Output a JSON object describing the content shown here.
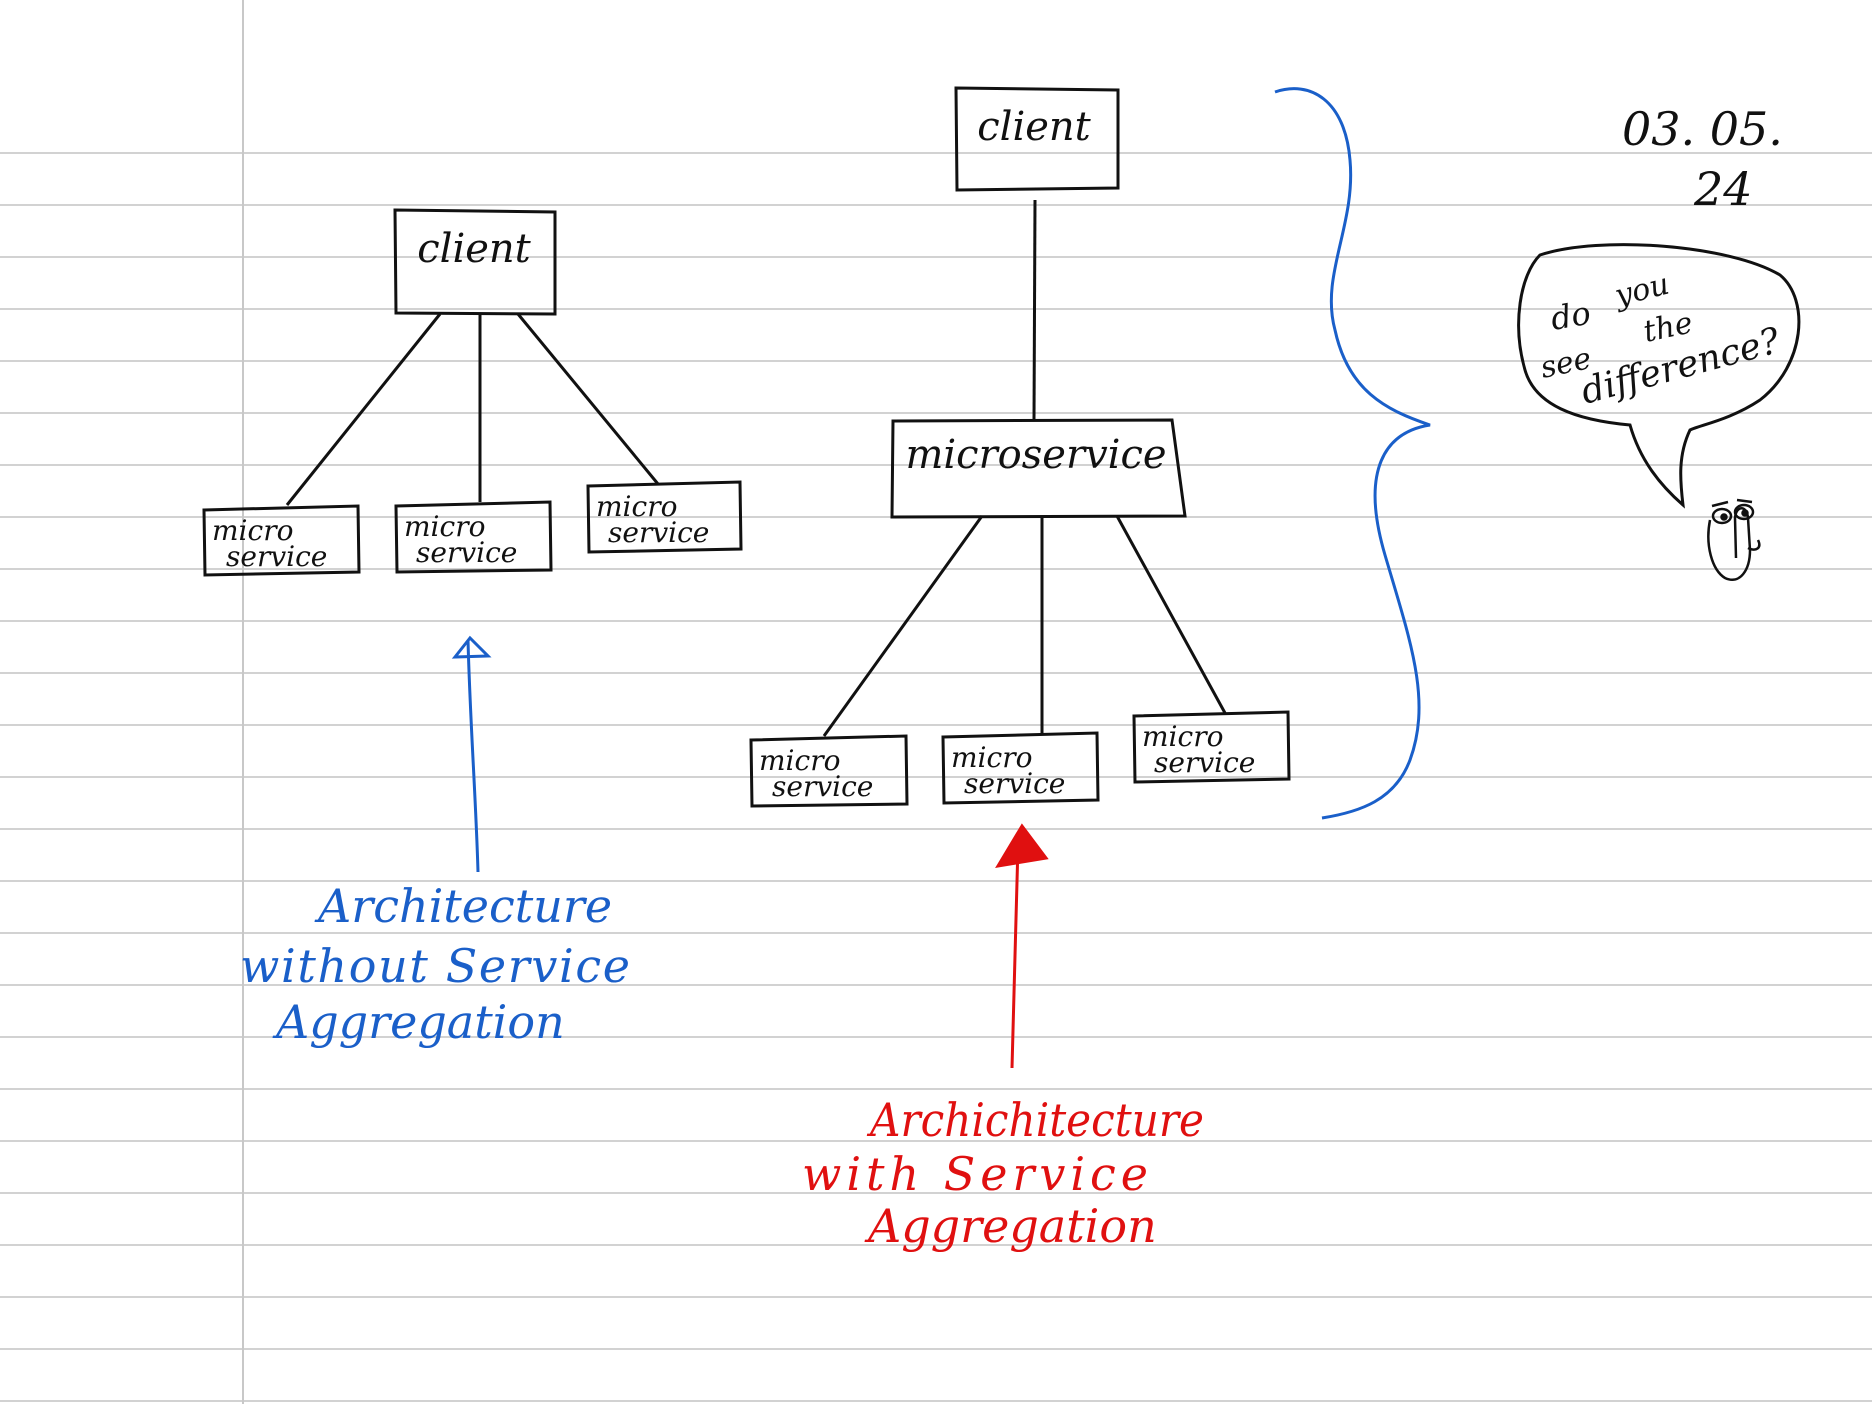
{
  "diagram_left": {
    "client_label": "client",
    "services": [
      {
        "line1": "micro",
        "line2": "service"
      },
      {
        "line1": "micro",
        "line2": "service"
      },
      {
        "line1": "micro",
        "line2": "service"
      }
    ],
    "caption": {
      "line1": "Architecture",
      "line2": "without Service",
      "line3": "Aggregation"
    }
  },
  "diagram_right": {
    "client_label": "client",
    "aggregator_label": "microservice",
    "services": [
      {
        "line1": "micro",
        "line2": "service"
      },
      {
        "line1": "micro",
        "line2": "service"
      },
      {
        "line1": "micro",
        "line2": "service"
      }
    ],
    "caption": {
      "line1": "Archichitecture",
      "line2": "with Service",
      "line3": "Aggregation"
    }
  },
  "speech_bubble": {
    "word1": "do",
    "word2": "you",
    "word3": "see",
    "word4": "the",
    "word5": "difference?"
  },
  "date_note": {
    "line1": "03. 05.",
    "line2": "24"
  },
  "colors": {
    "ink": "#111111",
    "blue": "#1a5fc9",
    "red": "#e01010",
    "paper_line": "#c4c4c4",
    "margin_line": "#c8c8c8"
  }
}
